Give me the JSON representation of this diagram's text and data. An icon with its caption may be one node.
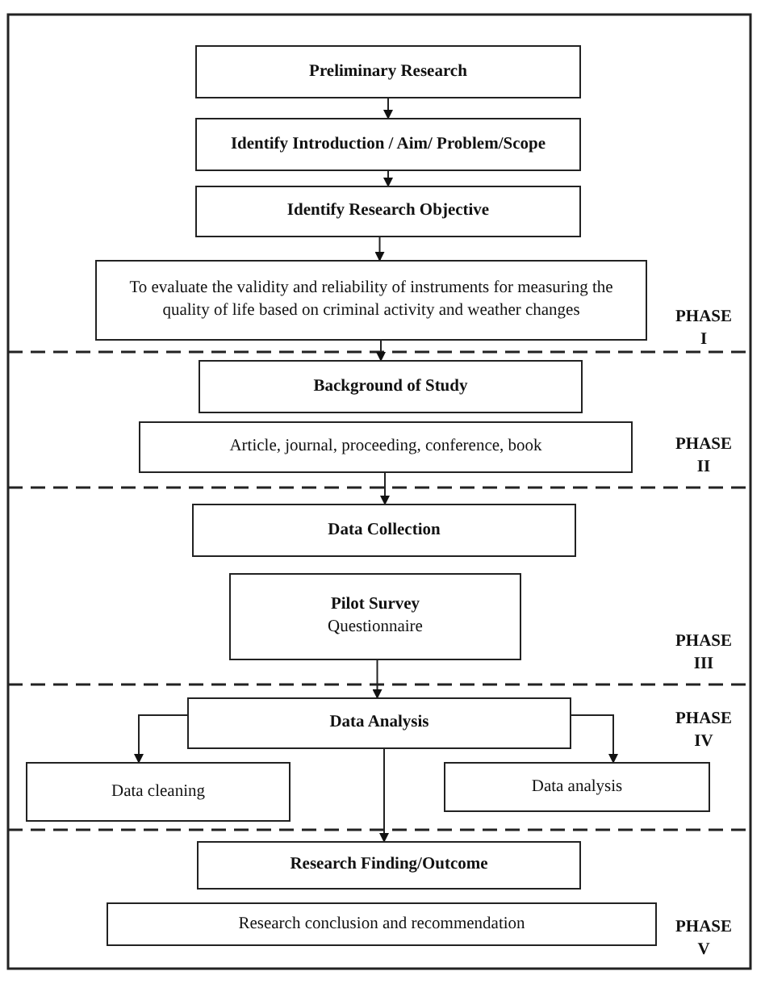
{
  "diagram": {
    "nodes": [
      {
        "text": [
          "Preliminary Research"
        ]
      },
      {
        "text": [
          "Identify Introduction / Aim/ Problem/Scope"
        ]
      },
      {
        "text": [
          "Identify Research Objective"
        ]
      },
      {
        "text": [
          "To evaluate the validity and reliability of instruments for measuring the quality of life based on criminal activity and weather changes"
        ]
      },
      {
        "text": [
          "Background of Study"
        ]
      },
      {
        "text": [
          "Article, journal, proceeding, conference, book"
        ]
      },
      {
        "text": [
          "Data Collection"
        ]
      },
      {
        "text": [
          "Pilot Survey",
          "Questionnaire"
        ]
      },
      {
        "text": [
          "Data Analysis"
        ]
      },
      {
        "text": [
          "Data cleaning"
        ]
      },
      {
        "text": [
          "Data analysis"
        ]
      },
      {
        "text": [
          "Research Finding/Outcome"
        ]
      },
      {
        "text": [
          "Research conclusion and recommendation"
        ]
      }
    ],
    "edges": [
      {
        "from": 0,
        "to": 1,
        "arrow": "to"
      },
      {
        "from": 1,
        "to": 2,
        "arrow": "to"
      },
      {
        "from": 2,
        "to": 3,
        "arrow": "to"
      },
      {
        "from": 3,
        "to": 4,
        "arrow": "to"
      },
      {
        "from": 5,
        "to": 6,
        "arrow": "to"
      },
      {
        "from": 7,
        "to": 8,
        "arrow": "to"
      },
      {
        "from": 8,
        "to": 9,
        "arrow": "to"
      },
      {
        "from": 8,
        "to": 10,
        "arrow": "to"
      },
      {
        "from": 8,
        "to": 11,
        "arrow": "to"
      }
    ],
    "labels": [
      "PHASE I",
      "PHASE II",
      "PHASE III",
      "PHASE IV",
      "PHASE V"
    ]
  }
}
